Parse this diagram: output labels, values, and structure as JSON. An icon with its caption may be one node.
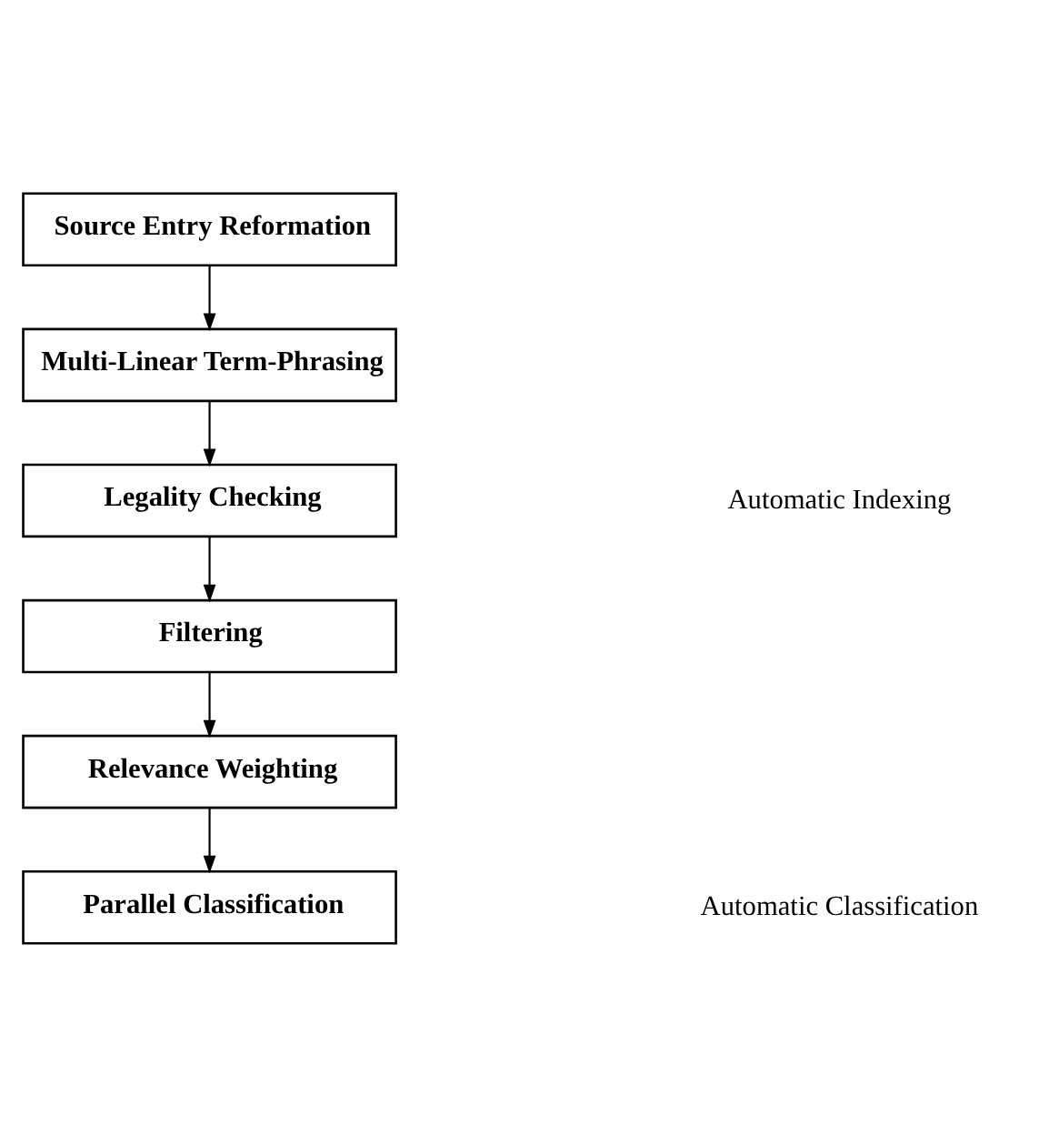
{
  "diagram": {
    "nodes": [
      {
        "text": [
          "Source Entry Reformation"
        ]
      },
      {
        "text": [
          "Multi-Linear Term-Phrasing"
        ]
      },
      {
        "text": [
          "Legality Checking"
        ]
      },
      {
        "text": [
          "Filtering"
        ]
      },
      {
        "text": [
          "Relevance Weighting"
        ]
      },
      {
        "text": [
          "Parallel Classification"
        ]
      }
    ],
    "edges": [
      {
        "from": 0,
        "to": 1,
        "arrow": "to"
      },
      {
        "from": 1,
        "to": 2,
        "arrow": "to"
      },
      {
        "from": 2,
        "to": 3,
        "arrow": "to"
      },
      {
        "from": 3,
        "to": 4,
        "arrow": "to"
      },
      {
        "from": 4,
        "to": 5,
        "arrow": "to"
      }
    ],
    "labels": [
      "Automatic Indexing",
      "Automatic Classification"
    ]
  }
}
